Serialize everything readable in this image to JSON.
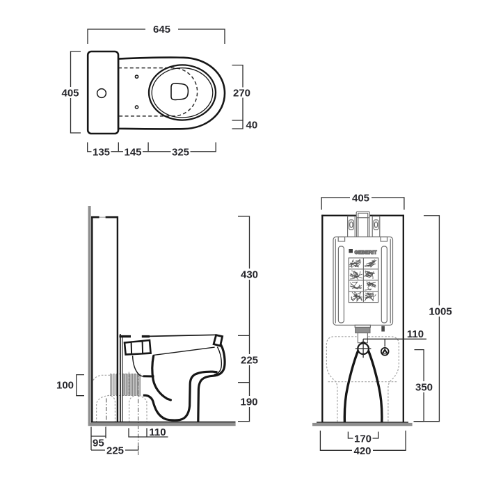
{
  "document": {
    "background": "#ffffff",
    "line_color": "#161616",
    "accent_gray": "#8f8f8f"
  },
  "views": {
    "top_view": {
      "dims": {
        "overall_width": "645",
        "overall_depth": "405",
        "bowl_inner_width": "270",
        "rim_to_edge": "40",
        "cistern_depth": "135",
        "tank_to_bowl": "145",
        "bowl_length": "325"
      }
    },
    "side_view": {
      "dims": {
        "panel_height": "430",
        "rim_section": "225",
        "trap_section": "190",
        "outlet_height": "100",
        "outlet_diameter": "110",
        "outlet_near_wall": "95",
        "outlet_far_wall": "225"
      }
    },
    "rear_view": {
      "brand": "GEBERIT",
      "dims": {
        "panel_width": "405",
        "total_height": "1005",
        "supply_offset": "110",
        "supply_height": "350",
        "base_width": "170",
        "footprint_width": "420"
      }
    }
  }
}
